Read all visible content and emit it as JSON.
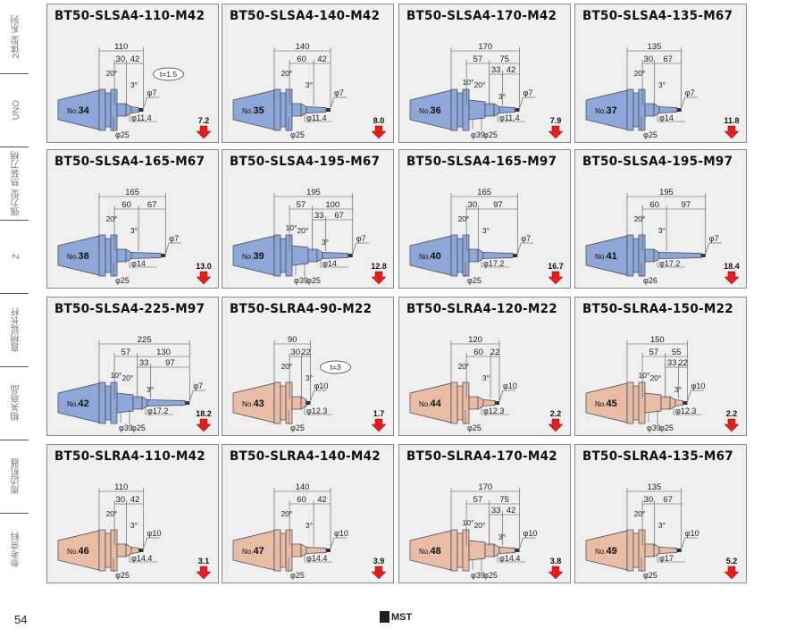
{
  "sidebar": {
    "tabs": [
      "2体型 系列",
      "UNO",
      "强力型 热装刀柄",
      "Z",
      "直柄延长杆",
      "相关商品",
      "周边机器",
      "参考资料"
    ]
  },
  "page_number": "54",
  "logo": "MST",
  "colors": {
    "blue": "#8ea7d8",
    "pink": "#e9bca6",
    "arrow": "#e02020"
  },
  "cards": [
    {
      "no": "34",
      "title": "BT50-SLSA4-110-M42",
      "color": "blue",
      "total": "110",
      "row2": [
        "30",
        "42"
      ],
      "angles": [
        "20°",
        "3°"
      ],
      "tip": "φ7",
      "neck": "φ11.4",
      "shank": "φ25",
      "t": "t=1.5",
      "weight": "7.2"
    },
    {
      "no": "35",
      "title": "BT50-SLSA4-140-M42",
      "color": "blue",
      "total": "140",
      "row2": [
        "60",
        "42"
      ],
      "angles": [
        "20°",
        "3°"
      ],
      "tip": "φ7",
      "neck": "φ11.4",
      "shank": "φ25",
      "weight": "8.0"
    },
    {
      "no": "36",
      "title": "BT50-SLSA4-170-M42",
      "color": "blue",
      "total": "170",
      "row2": [
        "57",
        "75"
      ],
      "row3": [
        "33",
        "42"
      ],
      "angles": [
        "10°",
        "20°",
        "3°"
      ],
      "tip": "φ7",
      "neck": "φ11.4",
      "collar": "φ39",
      "shank": "φ25",
      "weight": "7.9"
    },
    {
      "no": "37",
      "title": "BT50-SLSA4-135-M67",
      "color": "blue",
      "total": "135",
      "row2": [
        "30",
        "67"
      ],
      "angles": [
        "20°",
        "3°"
      ],
      "tip": "φ7",
      "neck": "φ14",
      "shank": "φ25",
      "weight": "11.8"
    },
    {
      "no": "38",
      "title": "BT50-SLSA4-165-M67",
      "color": "blue",
      "total": "165",
      "row2": [
        "60",
        "67"
      ],
      "angles": [
        "20°",
        "3°"
      ],
      "tip": "φ7",
      "neck": "φ14",
      "shank": "φ25",
      "weight": "13.0"
    },
    {
      "no": "39",
      "title": "BT50-SLSA4-195-M67",
      "color": "blue",
      "total": "195",
      "row2": [
        "57",
        "100"
      ],
      "row3": [
        "33",
        "67"
      ],
      "angles": [
        "10°",
        "20°",
        "3°"
      ],
      "tip": "φ7",
      "neck": "φ14",
      "collar": "φ39",
      "shank": "φ25",
      "weight": "12.8"
    },
    {
      "no": "40",
      "title": "BT50-SLSA4-165-M97",
      "color": "blue",
      "total": "165",
      "row2": [
        "30",
        "97"
      ],
      "angles": [
        "20°",
        "3°"
      ],
      "tip": "φ7",
      "neck": "φ17.2",
      "shank": "φ25",
      "weight": "16.7"
    },
    {
      "no": "41",
      "title": "BT50-SLSA4-195-M97",
      "color": "blue",
      "total": "195",
      "row2": [
        "60",
        "97"
      ],
      "angles": [
        "20°",
        "3°"
      ],
      "tip": "φ7",
      "neck": "φ17.2",
      "shank": "φ26",
      "weight": "18.4"
    },
    {
      "no": "42",
      "title": "BT50-SLSA4-225-M97",
      "color": "blue",
      "total": "225",
      "row2": [
        "57",
        "130"
      ],
      "row3": [
        "33",
        "97"
      ],
      "angles": [
        "10°",
        "20°",
        "3°"
      ],
      "tip": "φ7",
      "neck": "φ17.2",
      "collar": "φ39",
      "shank": "φ25",
      "weight": "18.2"
    },
    {
      "no": "43",
      "title": "BT50-SLRA4-90-M22",
      "color": "pink",
      "total": "90",
      "row2": [
        "30",
        "22"
      ],
      "angles": [
        "20°",
        "3°"
      ],
      "tip": "φ10",
      "neck": "φ12.3",
      "shank": "φ25",
      "t": "t=3",
      "weight": "1.7"
    },
    {
      "no": "44",
      "title": "BT50-SLRA4-120-M22",
      "color": "pink",
      "total": "120",
      "row2": [
        "60",
        "22"
      ],
      "angles": [
        "20°",
        "3°"
      ],
      "tip": "φ10",
      "neck": "φ12.3",
      "shank": "φ25",
      "weight": "2.2"
    },
    {
      "no": "45",
      "title": "BT50-SLRA4-150-M22",
      "color": "pink",
      "total": "150",
      "row2": [
        "57",
        "55"
      ],
      "row3": [
        "33",
        "22"
      ],
      "angles": [
        "10°",
        "20°",
        "3°"
      ],
      "tip": "φ10",
      "neck": "φ12.3",
      "collar": "φ39",
      "shank": "φ25",
      "weight": "2.2"
    },
    {
      "no": "46",
      "title": "BT50-SLRA4-110-M42",
      "color": "pink",
      "total": "110",
      "row2": [
        "30",
        "42"
      ],
      "angles": [
        "20°",
        "3°"
      ],
      "tip": "φ10",
      "neck": "φ14.4",
      "shank": "φ25",
      "weight": "3.1"
    },
    {
      "no": "47",
      "title": "BT50-SLRA4-140-M42",
      "color": "pink",
      "total": "140",
      "row2": [
        "60",
        "42"
      ],
      "angles": [
        "20°",
        "3°"
      ],
      "tip": "φ10",
      "neck": "φ14.4",
      "shank": "φ25",
      "weight": "3.9"
    },
    {
      "no": "48",
      "title": "BT50-SLRA4-170-M42",
      "color": "pink",
      "total": "170",
      "row2": [
        "57",
        "75"
      ],
      "row3": [
        "33",
        "42"
      ],
      "angles": [
        "10°",
        "20°",
        "3°"
      ],
      "tip": "φ10",
      "neck": "φ14.4",
      "collar": "φ39",
      "shank": "φ25",
      "weight": "3.8"
    },
    {
      "no": "49",
      "title": "BT50-SLRA4-135-M67",
      "color": "pink",
      "total": "135",
      "row2": [
        "30",
        "67"
      ],
      "angles": [
        "20°",
        "3°"
      ],
      "tip": "φ10",
      "neck": "φ17",
      "shank": "φ25",
      "weight": "5.2"
    }
  ]
}
